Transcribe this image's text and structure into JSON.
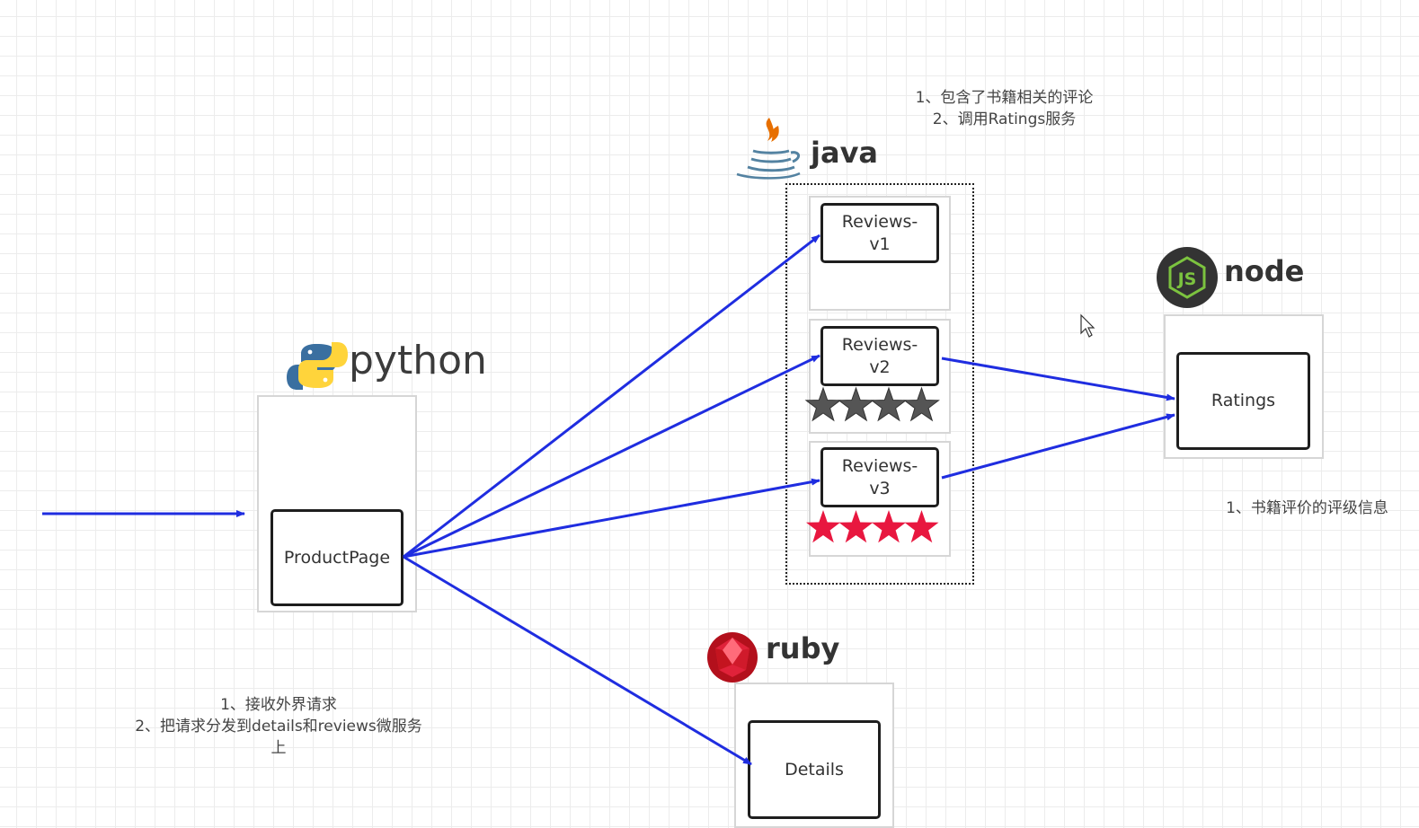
{
  "languages": {
    "python": "python",
    "java": "java",
    "node": "node",
    "ruby": "ruby"
  },
  "services": {
    "productpage": "ProductPage",
    "reviews_v1": [
      "Reviews-",
      "v1"
    ],
    "reviews_v2": [
      "Reviews-",
      "v2"
    ],
    "reviews_v3": [
      "Reviews-",
      "v3"
    ],
    "ratings": "Ratings",
    "details": "Details"
  },
  "notes": {
    "reviews": [
      "1、包含了书籍相关的评论",
      "2、调用Ratings服务"
    ],
    "ratings": [
      "1、书籍评价的评级信息"
    ],
    "productpage": [
      "1、接收外界请求",
      "2、把请求分发到details和reviews微服务",
      "上"
    ]
  },
  "stars": {
    "reviews_v2": {
      "count": 4,
      "color": "#555555"
    },
    "reviews_v3": {
      "count": 4,
      "color": "#e8173f"
    }
  },
  "colors": {
    "arrow": "#1f2de0",
    "node_green": "#7cc33f",
    "java_orange": "#e76f00",
    "java_blue": "#5382a1",
    "python_blue": "#3a6fa0",
    "python_yellow": "#ffd43b",
    "ruby_red": "#cc1122"
  }
}
